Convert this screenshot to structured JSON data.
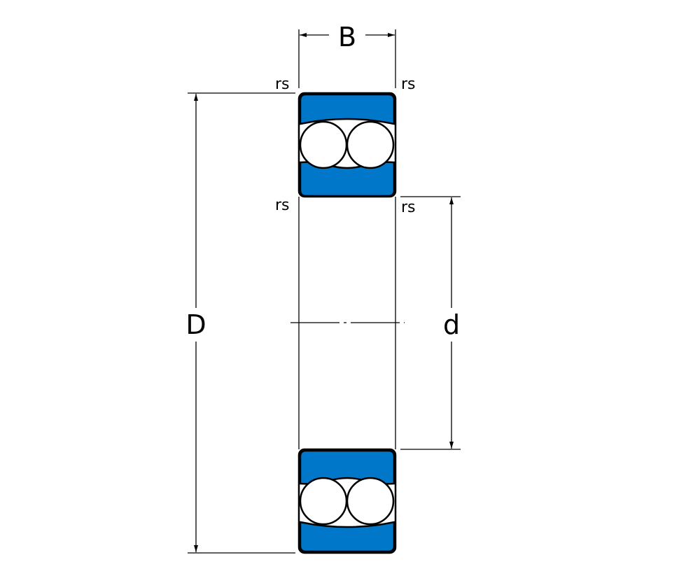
{
  "diagram": {
    "title_dimension_width": "B",
    "outer_diameter_label": "D",
    "bore_diameter_label": "d",
    "chamfer_labels": [
      "rs",
      "rs",
      "rs",
      "rs"
    ],
    "ring_color": "#0077C8"
  }
}
